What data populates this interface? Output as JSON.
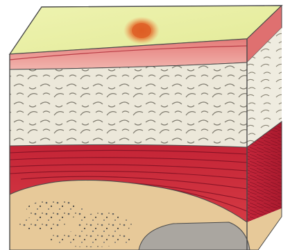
{
  "figure": {
    "subject": "skin-tissue-cross-section-block",
    "layers": [
      {
        "id": "epidermis-surface",
        "color": "#e9f0a0"
      },
      {
        "id": "dermis",
        "color": "#e48a82"
      },
      {
        "id": "subcutaneous-fat",
        "color": "#ece8da"
      },
      {
        "id": "muscle",
        "color": "#c92a3a"
      },
      {
        "id": "bone-cortex",
        "color": "#e7c999"
      },
      {
        "id": "bone-marrow",
        "color": "#aaa6a0"
      }
    ],
    "spot_color": "#e0662a",
    "outline_color": "#333333"
  }
}
